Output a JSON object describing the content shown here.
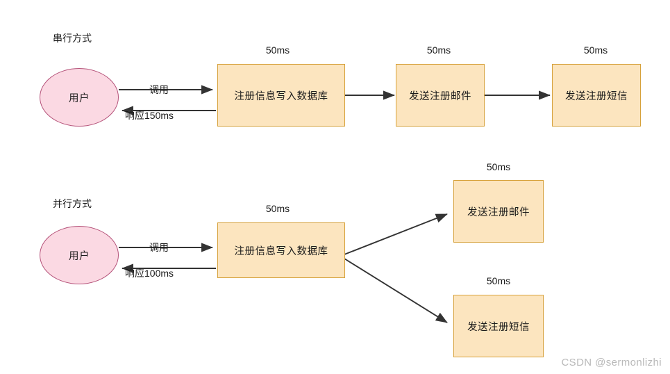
{
  "diagram": {
    "title_serial": "串行方式",
    "title_parallel": "并行方式",
    "watermark": "CSDN @sermonlizhi",
    "colors": {
      "box_fill": "#fce5bf",
      "box_stroke": "#d6a13a",
      "circle_fill": "#fbd9e3",
      "circle_stroke": "#b5537a",
      "arrow": "#333333",
      "watermark": "#b9b9b9"
    },
    "serial": {
      "actor": "用户",
      "edge_call": "调用",
      "edge_response": "响应150ms",
      "steps": [
        {
          "label": "注册信息写入数据库",
          "time": "50ms"
        },
        {
          "label": "发送注册邮件",
          "time": "50ms"
        },
        {
          "label": "发送注册短信",
          "time": "50ms"
        }
      ]
    },
    "parallel": {
      "actor": "用户",
      "edge_call": "调用",
      "edge_response": "响应100ms",
      "steps": [
        {
          "label": "注册信息写入数据库",
          "time": "50ms"
        },
        {
          "label": "发送注册邮件",
          "time": "50ms"
        },
        {
          "label": "发送注册短信",
          "time": "50ms"
        }
      ]
    }
  }
}
